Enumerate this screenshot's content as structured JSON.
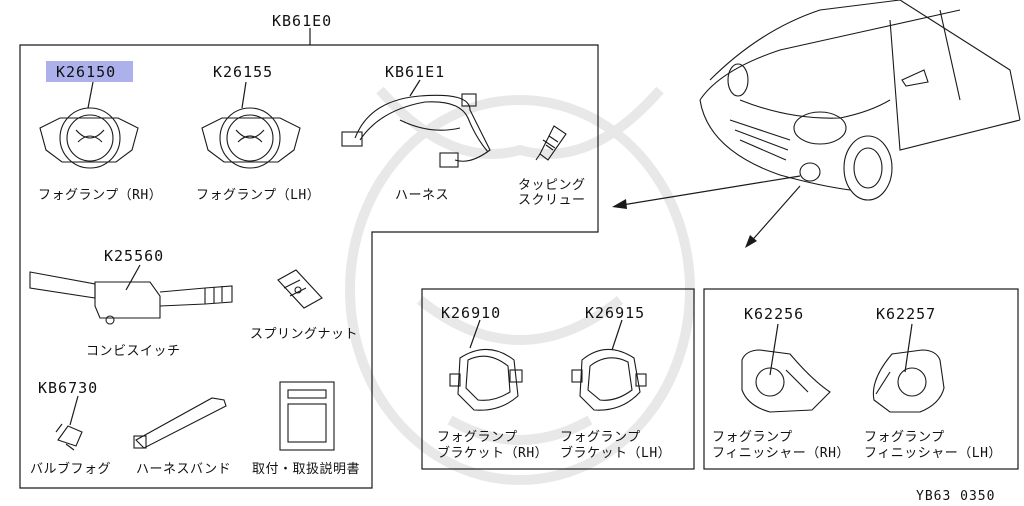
{
  "assembly": {
    "part_no": "KB61E0"
  },
  "parts": [
    {
      "part_no": "K26150",
      "name": "フォグランプ（RH）"
    },
    {
      "part_no": "K26155",
      "name": "フォグランプ（LH）"
    },
    {
      "part_no": "KB61E1",
      "name": "ハーネス"
    },
    {
      "part_no": "",
      "name_line1": "タッピング",
      "name_line2": "スクリュー"
    },
    {
      "part_no": "K25560",
      "name": "コンビスイッチ"
    },
    {
      "part_no": "",
      "name": "スプリングナット"
    },
    {
      "part_no": "KB6730",
      "name": "バルブフォグ"
    },
    {
      "part_no": "",
      "name": "ハーネスバンド"
    },
    {
      "part_no": "",
      "name": "取付・取扱説明書"
    },
    {
      "part_no": "K26910",
      "name_line1": "フォグランプ",
      "name_line2": "ブラケット（RH）"
    },
    {
      "part_no": "K26915",
      "name_line1": "フォグランプ",
      "name_line2": "ブラケット（LH）"
    },
    {
      "part_no": "K62256",
      "name_line1": "フォグランプ",
      "name_line2": "フィニッシャー（RH）"
    },
    {
      "part_no": "K62257",
      "name_line1": "フォグランプ",
      "name_line2": "フィニッシャー（LH）"
    }
  ],
  "diagram_code": "YB63 0350",
  "selected_part": "K26150",
  "colors": {
    "line": "#1a1a1a",
    "highlight": "#9ea3e8",
    "watermark": "#e6e6e6"
  }
}
